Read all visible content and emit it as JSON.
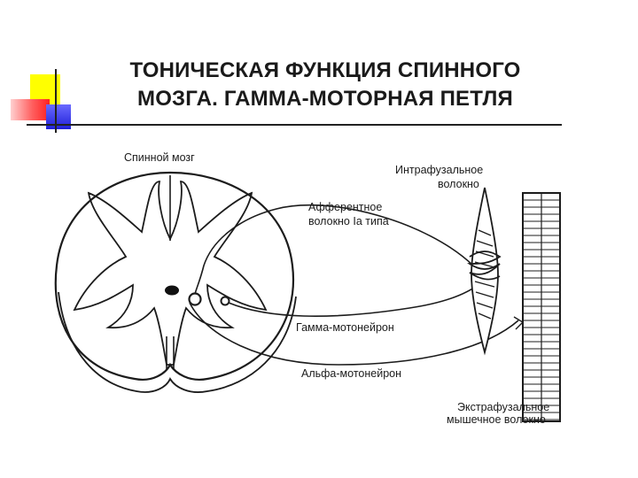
{
  "slide": {
    "title_line1": "ТОНИЧЕСКАЯ ФУНКЦИЯ СПИННОГО",
    "title_line2": "МОЗГА. ГАММА-МОТОРНАЯ ПЕТЛЯ"
  },
  "diagram": {
    "labels": {
      "spinal_cord": "Спинной мозг",
      "intrafusal_1": "Интрафузальное",
      "intrafusal_2": "волокно",
      "afferent_1": "Афферентное",
      "afferent_2": "волокно Ia типа",
      "gamma": "Гамма-мотонейрон",
      "alpha": "Альфа-мотонейрон",
      "extrafusal_1": "Экстрафузальное",
      "extrafusal_2": "мышечное волокно"
    }
  },
  "colors": {
    "accent_yellow": "#ffff00",
    "accent_red": "#ff4040",
    "accent_blue": "#2a2ae0",
    "ink": "#1c1c1c"
  }
}
